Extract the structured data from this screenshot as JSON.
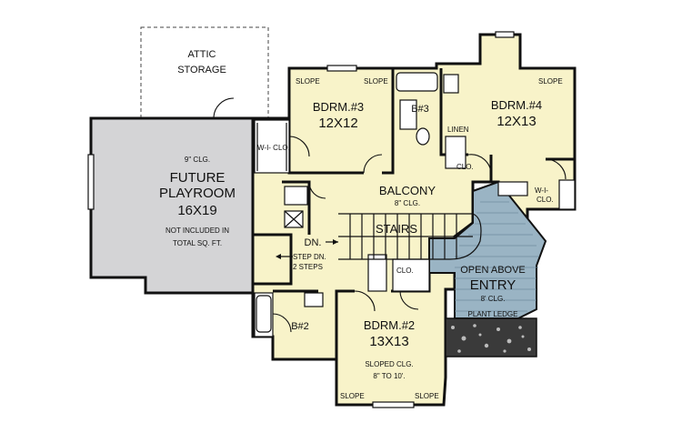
{
  "colors": {
    "room_fill": "#f8f3c9",
    "playroom_fill": "#d4d4d6",
    "entry_fill": "#9ab4c4",
    "wall": "#111111"
  },
  "labels": {
    "attic": "ATTIC",
    "storage": "STORAGE",
    "playroom_clg": "9\" CLG.",
    "future": "FUTURE",
    "playroom": "PLAYROOM",
    "playroom_size": "16X19",
    "not_included": "NOT INCLUDED IN",
    "total_sqft": "TOTAL SQ. FT.",
    "bdrm3": "BDRM.#3",
    "bdrm3_size": "12X12",
    "bdrm4": "BDRM.#4",
    "bdrm4_size": "12X13",
    "bath3": "B#3",
    "linen": "LINEN",
    "balcony": "BALCONY",
    "balcony_clg": "8\" CLG.",
    "stairs": "STAIRS",
    "dn": "DN.",
    "step_dn": "STEP DN.",
    "steps_2": "2 STEPS",
    "open_above": "OPEN ABOVE",
    "entry": "ENTRY",
    "entry_sub": "8' CLG.",
    "plant_ledge": "PLANT LEDGE",
    "bdrm2": "BDRM.#2",
    "bdrm2_size": "13X13",
    "sloped_clg": "SLOPED CLG.",
    "sloped_range": "8\" TO 10'.",
    "bath2": "B#2",
    "clo": "CLO.",
    "wi_clo": "W-I-",
    "wi_clo_b": "CLO.",
    "wi_clo_3": "W-I- CLO.",
    "slope": "SLOPE"
  }
}
